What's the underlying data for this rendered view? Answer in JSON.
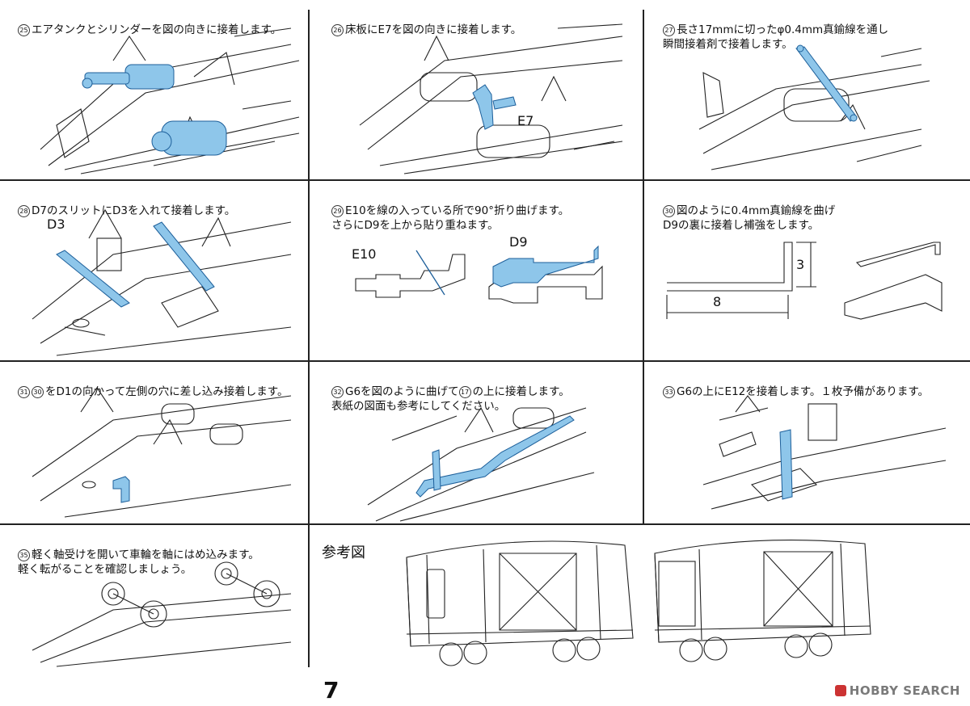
{
  "steps": [
    {
      "num": "25",
      "text": "エアタンクとシリンダーを図の向きに接着します。"
    },
    {
      "num": "26",
      "text": "床板にE7を図の向きに接着します。"
    },
    {
      "num": "27",
      "text": "長さ17mmに切ったφ0.4mm真鍮線を通し\n瞬間接着剤で接着します。"
    },
    {
      "num": "28",
      "text": "D7のスリットにD3を入れて接着します。"
    },
    {
      "num": "29",
      "text": "E10を線の入っている所で90°折り曲げます。\nさらにD9を上から貼り重ねます。"
    },
    {
      "num": "30",
      "text": "図のように0.4mm真鍮線を曲げ\nD9の裏に接着し補強をします。"
    },
    {
      "num": "31",
      "num2": "30",
      "text": "をD1の向かって左側の穴に差し込み接着します。"
    },
    {
      "num": "32",
      "num2": "17",
      "text": "G6を図のように曲げて",
      "text2": "の上に接着します。\n表紙の図面も参考にしてください。"
    },
    {
      "num": "33",
      "text": "G6の上にE12を接着します。１枚予備があります。"
    },
    {
      "num": "35",
      "text": "軽く軸受けを開いて車輪を軸にはめ込みます。\n軽く転がることを確認しましょう。"
    }
  ],
  "labels": {
    "e7": "E7",
    "d3": "D3",
    "e10": "E10",
    "d9": "D9",
    "dim_8": "8",
    "dim_3": "3"
  },
  "reference_title": "参考図",
  "page_number": "7",
  "watermark": "HOBBY SEARCH",
  "colors": {
    "highlight": "#8ec6ea",
    "highlight_stroke": "#1d5f9a",
    "rule": "#222222"
  }
}
